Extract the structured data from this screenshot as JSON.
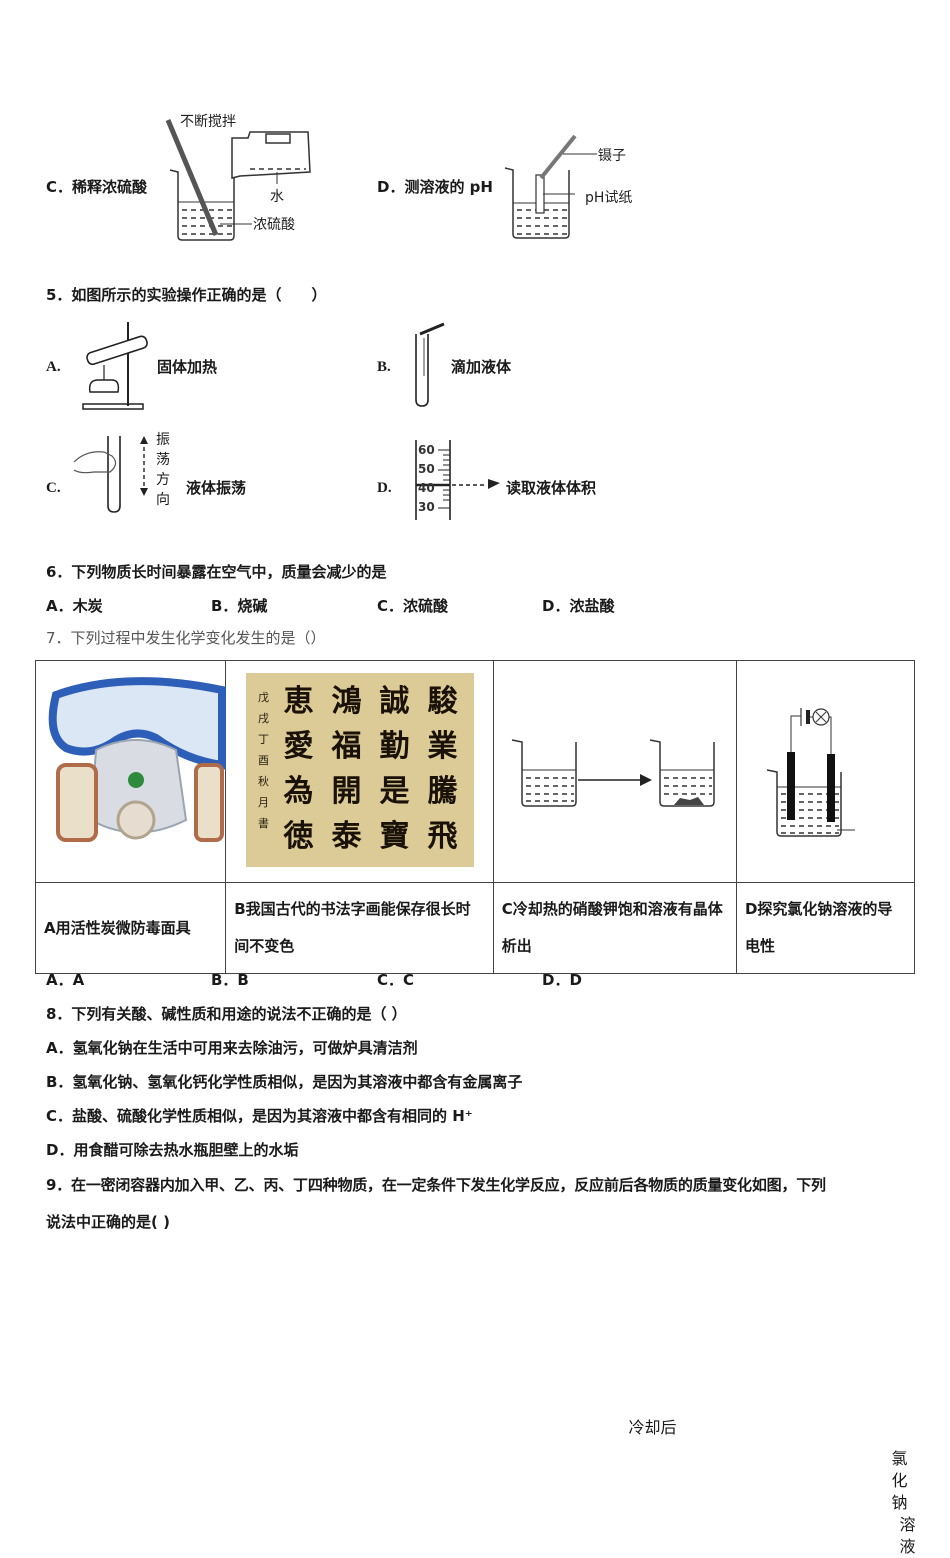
{
  "q4_options": {
    "c": {
      "label": "C．稀释浓硫酸",
      "fig_labels": {
        "stir": "不断搅拌",
        "water": "水",
        "acid": "浓硫酸"
      }
    },
    "d": {
      "label": "D．测溶液的 pH",
      "fig_labels": {
        "tweezers": "镊子",
        "ph_paper": "pH试纸"
      }
    }
  },
  "q5": {
    "stem": "5．如图所示的实验操作正确的是（　　）",
    "options": [
      {
        "letter": "A.",
        "text": "固体加热"
      },
      {
        "letter": "B.",
        "text": "滴加液体"
      },
      {
        "letter": "C.",
        "text": "液体振荡",
        "fig_label": [
          "振",
          "荡",
          "方",
          "向"
        ]
      },
      {
        "letter": "D.",
        "text": "读取液体体积",
        "scale": [
          "60",
          "50",
          "40",
          "30"
        ]
      }
    ]
  },
  "q6": {
    "stem": "6．下列物质长时间暴露在空气中，质量会减少的是",
    "options": [
      "A．木炭",
      "B．烧碱",
      "C．浓硫酸",
      "D．浓盐酸"
    ]
  },
  "q7": {
    "stem": "7．下列过程中发生化学变化发生的是（）",
    "calligraphy_cols": [
      "駿業騰飛",
      "誠勤是寶",
      "鴻福開泰",
      "恵愛為徳"
    ],
    "calligraphy_sign": "戊戌丁酉秋月書",
    "fig_c_label": "冷却后",
    "fig_d_label": [
      "氯化钠",
      "溶液"
    ],
    "captions": [
      "A用活性炭微防毒面具",
      "B我国古代的书法字画能保存很长时间不变色",
      "C冷却热的硝酸钾饱和溶液有晶体析出",
      "D探究氯化钠溶液的导电性"
    ],
    "options": [
      "A．A",
      "B．B",
      "C．C",
      "D．D"
    ]
  },
  "q8": {
    "stem": "8．下列有关酸、碱性质和用途的说法不正确的是（ ）",
    "options": [
      "A．氢氧化钠在生活中可用来去除油污，可做炉具清洁剂",
      "B．氢氧化钠、氢氧化钙化学性质相似，是因为其溶液中都含有金属离子",
      "C．盐酸、硫酸化学性质相似，是因为其溶液中都含有相同的 H⁺",
      "D．用食醋可除去热水瓶胆壁上的水垢"
    ]
  },
  "q9": {
    "stem_line1": "9．在一密闭容器内加入甲、乙、丙、丁四种物质，在一定条件下发生化学反应，反应前后各物质的质量变化如图，下列",
    "stem_line2": "说法中正确的是( )"
  }
}
